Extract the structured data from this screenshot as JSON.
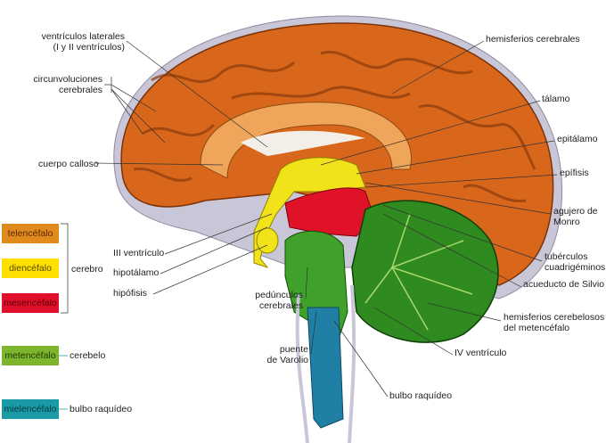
{
  "labels": {
    "ventriculos_laterales": [
      "ventrículos laterales",
      "(I y II ventrículos)"
    ],
    "circunvoluciones": [
      "circunvoluciones",
      "cerebrales"
    ],
    "cuerpo_calloso": "cuerpo calloso",
    "hemisferios_cerebrales": "hemisferios cerebrales",
    "talamo": "tálamo",
    "epitalamo": "epitálamo",
    "epifisis": "epífisis",
    "agujero_monro": [
      "agujero de",
      "Monro"
    ],
    "tuberculos": [
      "tubérculos",
      "cuadrigéminos"
    ],
    "acueducto": "acueducto de Silvio",
    "hemisferios_cerebelosos": [
      "hemisferios cerebelosos",
      "del metencéfalo"
    ],
    "iv_ventriculo": "IV ventrículo",
    "bulbo": "bulbo raquídeo",
    "puente": [
      "puente",
      "de Varolio"
    ],
    "pedunculos": [
      "pedúnculos",
      "cerebrales"
    ],
    "iii_ventriculo": "III ventrículo",
    "hipotalamo": "hipotálamo",
    "hipofisis": "hipófisis"
  },
  "legend": {
    "items": [
      {
        "label": "telencéfalo",
        "color": "#e08a1e"
      },
      {
        "label": "diencéfalo",
        "color": "#ffe000"
      },
      {
        "label": "mesencéfalo",
        "color": "#e0102a"
      },
      {
        "label": "metencéfalo",
        "color": "#7db52d"
      },
      {
        "label": "mielencéfalo",
        "color": "#1a9aa5"
      }
    ],
    "groups": {
      "cerebro": "cerebro",
      "cerebelo": "cerebelo",
      "bulbo": "bulbo raquídeo"
    }
  }
}
